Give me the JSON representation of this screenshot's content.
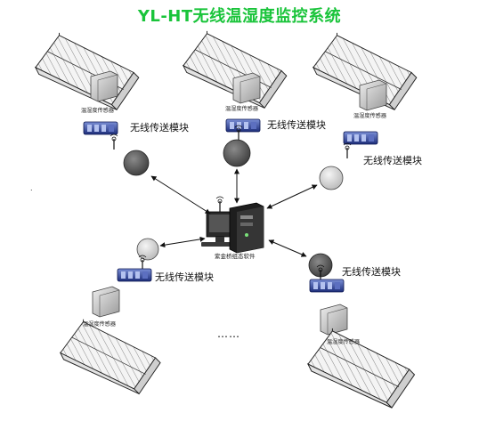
{
  "title": "YL-HT无线温湿度监控系统",
  "sensor_label": "温湿度传感器",
  "module_label": "无线传送模块",
  "software_label": "紫金桥组态软件",
  "ellipsis": "……",
  "colors": {
    "title": "#19c43a",
    "node_dark": "#555555",
    "node_light": "#d8d8d8"
  }
}
